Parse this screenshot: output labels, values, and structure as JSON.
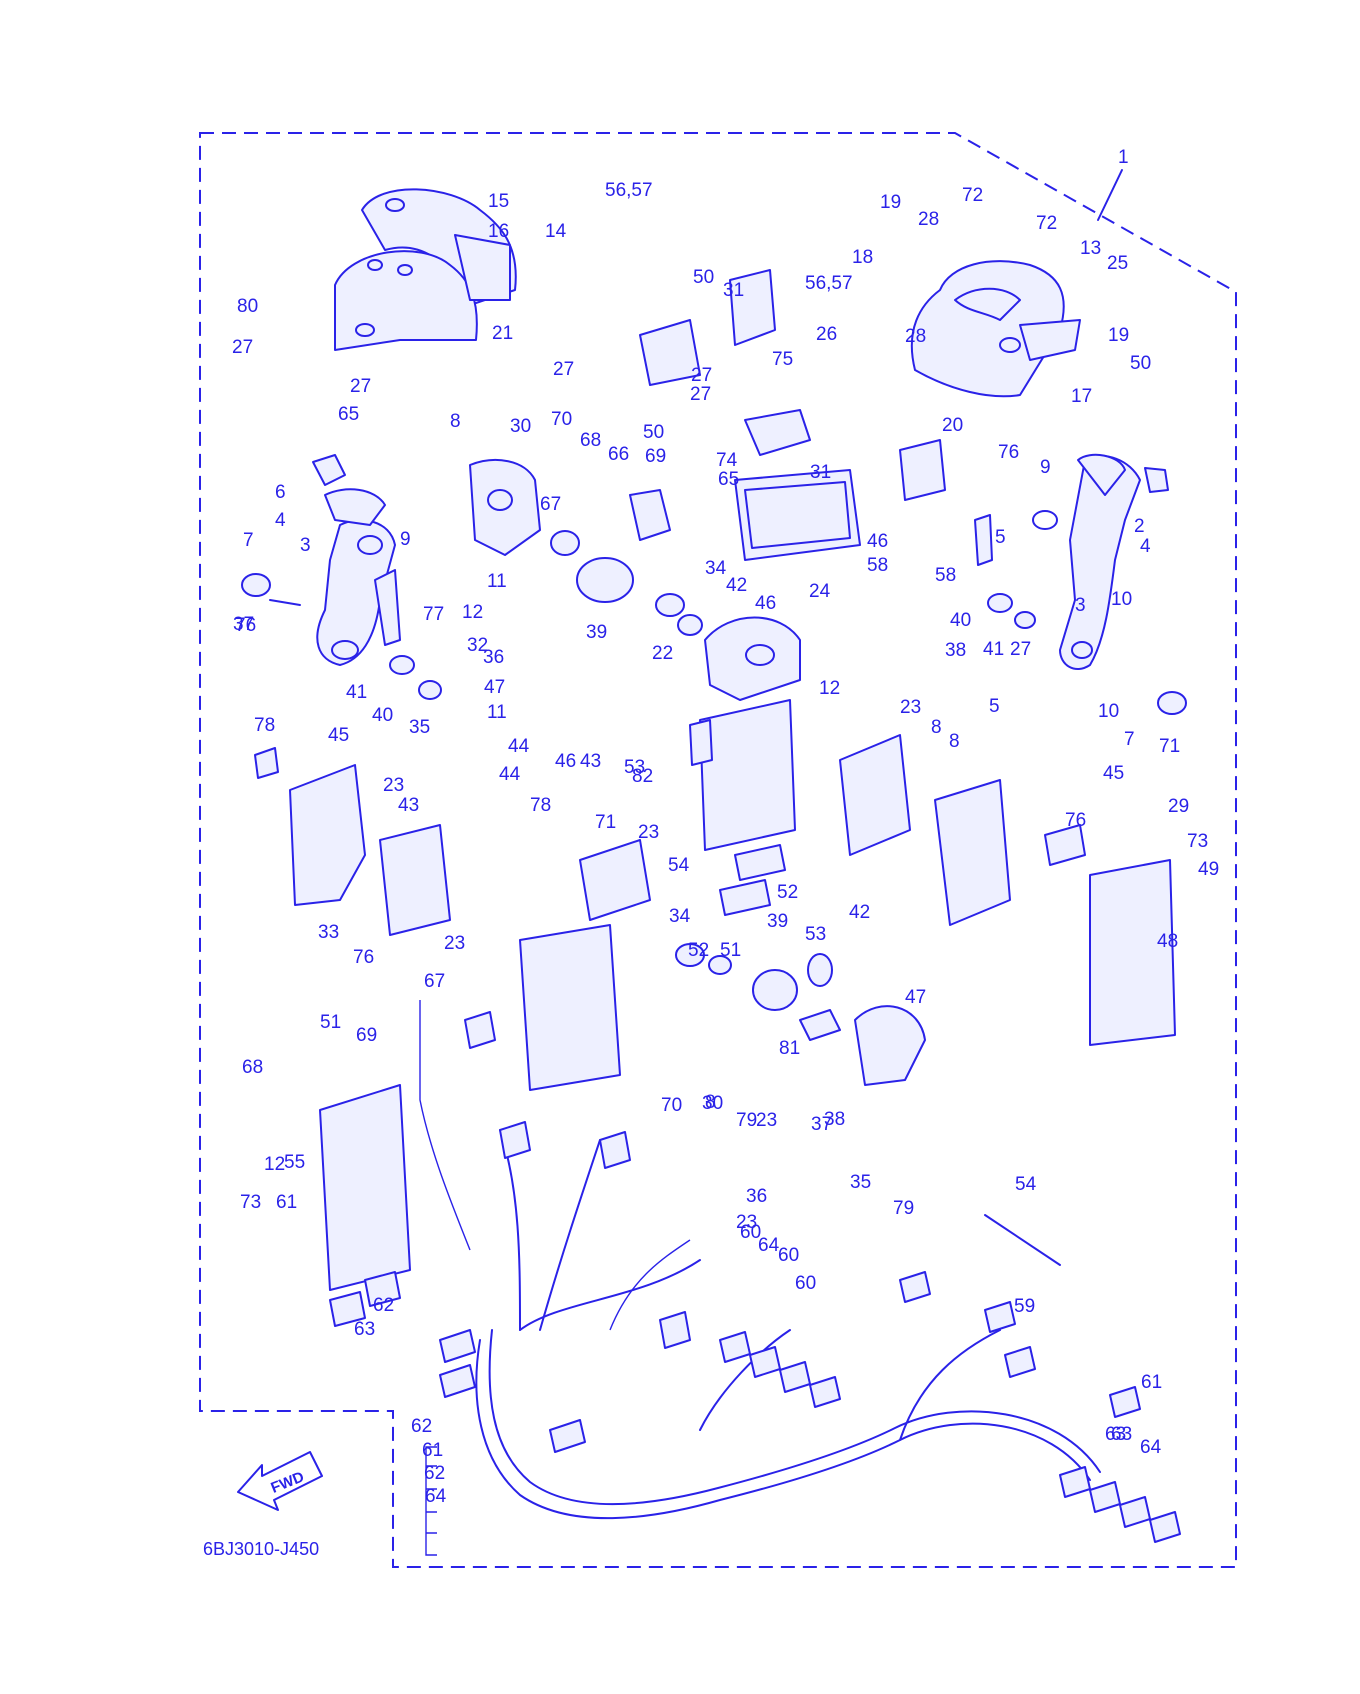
{
  "diagram": {
    "ink_color": "#2a22e8",
    "background": "#ffffff",
    "code": "6BJ3010-J450",
    "fwd_label": "FWD",
    "callouts": [
      "1",
      "15",
      "16",
      "14",
      "56,57",
      "19",
      "28",
      "72",
      "72",
      "13",
      "25",
      "80",
      "27",
      "21",
      "50",
      "31",
      "18",
      "56,57",
      "28",
      "19",
      "50",
      "27",
      "75",
      "26",
      "27",
      "27",
      "27",
      "65",
      "50",
      "17",
      "8",
      "30",
      "70",
      "68",
      "66",
      "69",
      "74",
      "20",
      "65",
      "31",
      "76",
      "9",
      "6",
      "67",
      "2",
      "4",
      "46",
      "5",
      "9",
      "58",
      "4",
      "7",
      "3",
      "10",
      "11",
      "34",
      "42",
      "46",
      "58",
      "77",
      "24",
      "3",
      "76",
      "12",
      "38",
      "32",
      "39",
      "22",
      "40",
      "41",
      "27",
      "37",
      "36",
      "47",
      "12",
      "5",
      "41",
      "40",
      "35",
      "11",
      "10",
      "7",
      "71",
      "78",
      "45",
      "44",
      "46",
      "43",
      "53",
      "23",
      "8",
      "8",
      "23",
      "43",
      "44",
      "78",
      "82",
      "45",
      "71",
      "23",
      "76",
      "29",
      "73",
      "49",
      "54",
      "52",
      "42",
      "39",
      "33",
      "34",
      "52",
      "51",
      "53",
      "47",
      "48",
      "76",
      "23",
      "67",
      "51",
      "69",
      "81",
      "68",
      "70",
      "30",
      "8",
      "79",
      "23",
      "37",
      "38",
      "12",
      "55",
      "36",
      "35",
      "79",
      "23",
      "54",
      "73",
      "61",
      "62",
      "63",
      "60",
      "64",
      "60",
      "59",
      "60",
      "61",
      "62",
      "61",
      "63",
      "62",
      "64",
      "63",
      "64"
    ]
  }
}
